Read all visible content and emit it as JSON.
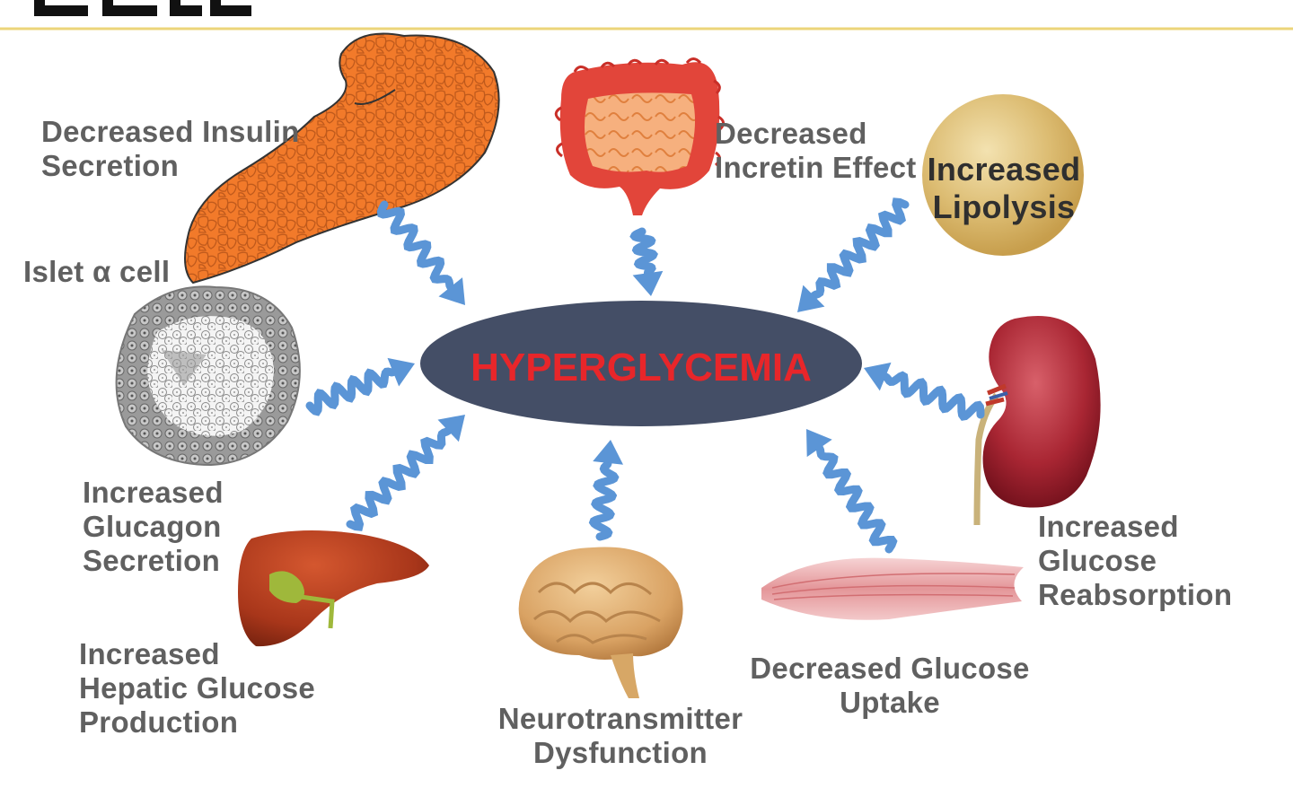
{
  "center_label": "HYPERGLYCEMIA",
  "labels": {
    "insulin": [
      "Decreased Insulin",
      "Secretion"
    ],
    "incretin": [
      "Decreased",
      "Incretin Effect"
    ],
    "lipolysis": [
      "Increased",
      "Lipolysis"
    ],
    "islet": "Islet α cell",
    "glucagon": [
      "Increased",
      "Glucagon",
      "Secretion"
    ],
    "hepatic": [
      "Increased",
      "Hepatic Glucose",
      "Production"
    ],
    "neuro": [
      "Neurotransmitter",
      "Dysfunction"
    ],
    "uptake": [
      "Decreased Glucose",
      "Uptake"
    ],
    "reabsorption": [
      "Increased",
      "Glucose",
      "Reabsorption"
    ]
  },
  "colors": {
    "ellipse": "#444e66",
    "center_text": "#e8262a",
    "arrow": "#5b95d6",
    "header_rule": "#ecd57a",
    "label": "#606060"
  },
  "icons": [
    "pancreas-icon",
    "intestine-icon",
    "fat-cell-icon",
    "islet-cell-icon",
    "kidney-icon",
    "liver-icon",
    "brain-icon",
    "muscle-icon"
  ]
}
